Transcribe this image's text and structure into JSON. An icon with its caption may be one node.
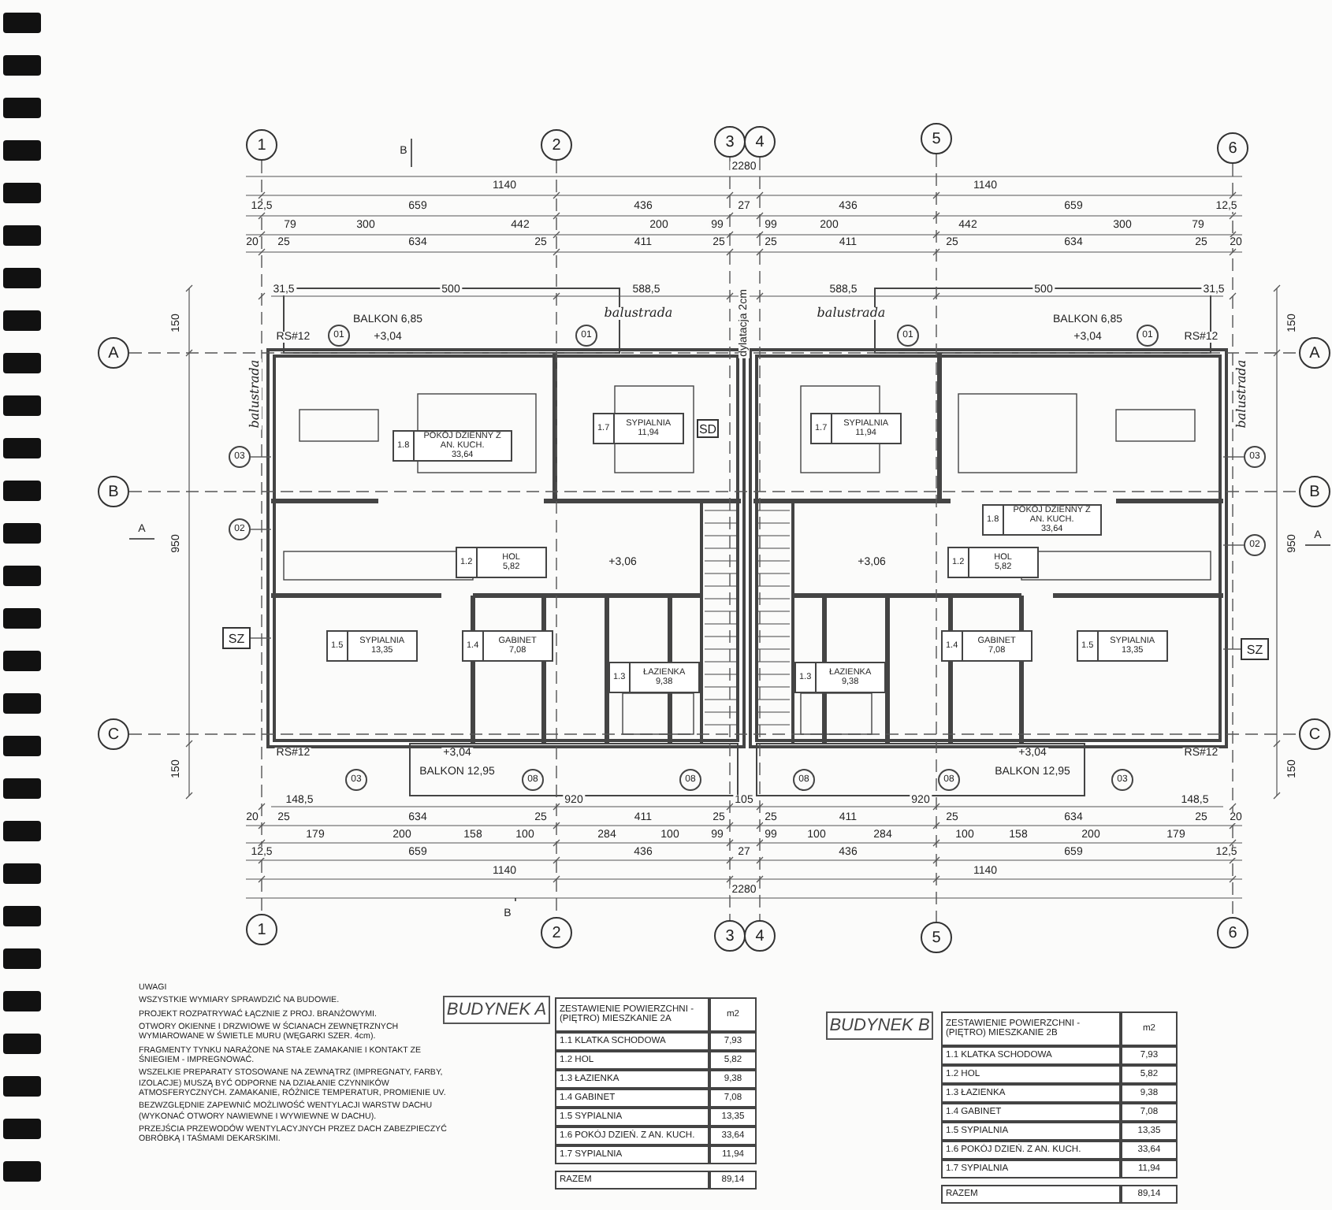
{
  "diagram": {
    "nodes": [
      {
        "text": [
          "1"
        ]
      },
      {
        "text": [
          "2"
        ]
      },
      {
        "text": [
          "3"
        ]
      },
      {
        "text": [
          "4"
        ]
      },
      {
        "text": [
          "5"
        ]
      },
      {
        "text": [
          "6"
        ]
      },
      {
        "text": [
          "1"
        ]
      },
      {
        "text": [
          "2"
        ]
      },
      {
        "text": [
          "3"
        ]
      },
      {
        "text": [
          "4"
        ]
      },
      {
        "text": [
          "5"
        ]
      },
      {
        "text": [
          "6"
        ]
      },
      {
        "text": [
          "A"
        ]
      },
      {
        "text": [
          "B"
        ]
      },
      {
        "text": [
          "C"
        ]
      },
      {
        "text": [
          "A"
        ]
      },
      {
        "text": [
          "B"
        ]
      },
      {
        "text": [
          "C"
        ]
      },
      {
        "text": [
          "1.8",
          "POKÓJ DZIENNY Z AN. KUCH.",
          "33,64"
        ]
      },
      {
        "text": [
          "1.7",
          "SYPIALNIA",
          "11,94"
        ]
      },
      {
        "text": [
          "1.7",
          "SYPIALNIA",
          "11,94"
        ]
      },
      {
        "text": [
          "1.8",
          "POKÓJ DZIENNY Z AN. KUCH.",
          "33,64"
        ]
      },
      {
        "text": [
          "1.2",
          "HOL",
          "5,82"
        ]
      },
      {
        "text": [
          "1.2",
          "HOL",
          "5,82"
        ]
      },
      {
        "text": [
          "1.5",
          "SYPIALNIA",
          "13,35"
        ]
      },
      {
        "text": [
          "1.4",
          "GABINET",
          "7,08"
        ]
      },
      {
        "text": [
          "1.3",
          "ŁAZIENKA",
          "9,38"
        ]
      },
      {
        "text": [
          "1.4",
          "GABINET",
          "7,08"
        ]
      },
      {
        "text": [
          "1.5",
          "SYPIALNIA",
          "13,35"
        ]
      },
      {
        "text": [
          "1.3",
          "ŁAZIENKA",
          "9,38"
        ]
      },
      {
        "text": [
          "SD"
        ]
      },
      {
        "text": [
          "SZ"
        ]
      },
      {
        "text": [
          "SZ"
        ]
      },
      {
        "text": [
          "03"
        ]
      },
      {
        "text": [
          "02"
        ]
      },
      {
        "text": [
          "03"
        ]
      },
      {
        "text": [
          "02"
        ]
      },
      {
        "text": [
          "01"
        ]
      },
      {
        "text": [
          "01"
        ]
      },
      {
        "text": [
          "01"
        ]
      },
      {
        "text": [
          "01"
        ]
      },
      {
        "text": [
          "03"
        ]
      },
      {
        "text": [
          "08"
        ]
      },
      {
        "text": [
          "08"
        ]
      },
      {
        "text": [
          "08"
        ]
      },
      {
        "text": [
          "08"
        ]
      },
      {
        "text": [
          "03"
        ]
      },
      {
        "text": [
          "BUDYNEK A"
        ]
      },
      {
        "text": [
          "BUDYNEK B"
        ]
      }
    ],
    "edges": [
      {
        "from": 0,
        "to": 6,
        "arrow": "none",
        "style": "dashed"
      },
      {
        "from": 1,
        "to": 7,
        "arrow": "none",
        "style": "dashed"
      },
      {
        "from": 2,
        "to": 8,
        "arrow": "none",
        "style": "dashed"
      },
      {
        "from": 3,
        "to": 9,
        "arrow": "none",
        "style": "dashed"
      },
      {
        "from": 4,
        "to": 10,
        "arrow": "none",
        "style": "dashed"
      },
      {
        "from": 5,
        "to": 11,
        "arrow": "none",
        "style": "dashed"
      },
      {
        "from": 12,
        "to": 15,
        "arrow": "none",
        "style": "dashed"
      },
      {
        "from": 13,
        "to": 16,
        "arrow": "none",
        "style": "dashed"
      },
      {
        "from": 14,
        "to": 17,
        "arrow": "none",
        "style": "dashed"
      },
      {
        "from": 31,
        "to": null,
        "arrow": "none"
      },
      {
        "from": 32,
        "to": null,
        "arrow": "none"
      },
      {
        "from": 33,
        "to": null,
        "arrow": "none"
      },
      {
        "from": 34,
        "to": null,
        "arrow": "none"
      },
      {
        "from": 35,
        "to": null,
        "arrow": "none"
      },
      {
        "from": 36,
        "to": null,
        "arrow": "none"
      }
    ],
    "labels": [
      "2280",
      "1140",
      "1140",
      "12,5",
      "659",
      "436",
      "27",
      "436",
      "659",
      "12,5",
      "79",
      "300",
      "442",
      "200",
      "99",
      "99",
      "200",
      "442",
      "300",
      "79",
      "20",
      "25",
      "634",
      "25",
      "411",
      "25",
      "25",
      "411",
      "25",
      "634",
      "25",
      "20",
      "31,5",
      "500",
      "588,5",
      "588,5",
      "500",
      "31,5",
      "BALKON 6,85",
      "balustrada",
      "dylatacja 2cm",
      "balustrada",
      "BALKON 6,85",
      "RS#12",
      "+3,04",
      "+3,04",
      "RS#12",
      "balustrada",
      "balustrada",
      "150",
      "950",
      "150",
      "150",
      "950",
      "150",
      "+3,06",
      "+3,06",
      "RS#12",
      "+3,04",
      "+3,04",
      "RS#12",
      "BALKON 12,95",
      "BALKON 12,95",
      "148,5",
      "920",
      "105",
      "920",
      "148,5",
      "20",
      "25",
      "634",
      "25",
      "411",
      "25",
      "25",
      "411",
      "25",
      "634",
      "25",
      "20",
      "179",
      "200",
      "158",
      "100",
      "284",
      "100",
      "99",
      "99",
      "100",
      "284",
      "100",
      "158",
      "200",
      "179",
      "12,5",
      "659",
      "436",
      "27",
      "436",
      "659",
      "12,5",
      "1140",
      "1140",
      "2280",
      "B",
      "B",
      "A",
      "A",
      "UWAGI",
      "WSZYSTKIE WYMIARY SPRAWDZIĆ NA BUDOWIE.",
      "PROJEKT ROZPATRYWAĆ ŁĄCZNIE Z PROJ. BRANŻOWYMI.",
      "OTWORY OKIENNE I DRZWIOWE W ŚCIANACH ZEWNĘTRZNYCH WYMIAROWANE W ŚWIETLE MURU (WĘGARKI SZER. 4cm).",
      "FRAGMENTY TYNKU NARAŻONE NA STAŁE ZAMAKANIE I KONTAKT ZE ŚNIEGIEM - IMPREGNOWAĆ.",
      "WSZELKIE PREPARATY STOSOWANE NA ZEWNĄTRZ (IMPREGNATY, FARBY, IZOLACJE) MUSZĄ BYĆ ODPORNE NA DZIAŁANIE CZYNNIKÓW ATMOSFERYCZNYCH. ZAMAKANIE, RÓŻNICE TEMPERATUR, PROMIENIE UV.",
      "BEZWZGLĘDNIE ZAPEWNIĆ MOŻLIWOŚĆ WENTYLACJI WARSTW DACHU (WYKONAĆ OTWORY NAWIEWNE I WYWIEWNE W DACHU).",
      "PRZEJŚCIA PRZEWODÓW WENTYLACYJNYCH PRZEZ DACH ZABEZPIECZYĆ OBRÓBKĄ I TAŚMAMI DEKARSKIMI.",
      "ZESTAWIENIE POWIERZCHNI - (PIĘTRO) MIESZKANIE 2A",
      "m2",
      "1.1 KLATKA SCHODOWA",
      "7,93",
      "1.2 HOL",
      "5,82",
      "1.3 ŁAZIENKA",
      "9,38",
      "1.4 GABINET",
      "7,08",
      "1.5 SYPIALNIA",
      "13,35",
      "1.6 POKÓJ DZIEŃ. Z AN. KUCH.",
      "33,64",
      "1.7 SYPIALNIA",
      "11,94",
      "RAZEM",
      "89,14",
      "ZESTAWIENIE POWIERZCHNI - (PIĘTRO) MIESZKANIE 2B",
      "m2",
      "1.1 KLATKA SCHODOWA",
      "7,93",
      "1.2 HOL",
      "5,82",
      "1.3 ŁAZIENKA",
      "9,38",
      "1.4 GABINET",
      "7,08",
      "1.5 SYPIALNIA",
      "13,35",
      "1.6 POKÓJ DZIEŃ. Z AN. KUCH.",
      "33,64",
      "1.7 SYPIALNIA",
      "11,94",
      "RAZEM",
      "89,14"
    ]
  }
}
